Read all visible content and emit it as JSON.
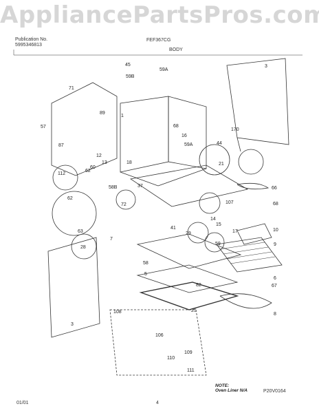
{
  "watermark": "AppliancePartsPros.com",
  "header": {
    "publication_label": "Publication No.",
    "publication_number": "5995346813",
    "model": "FEF367CG",
    "section": "BODY"
  },
  "callouts": [
    "45",
    "59A",
    "59B",
    "3",
    "71",
    "89",
    "1",
    "68",
    "16",
    "59A",
    "170",
    "44",
    "57",
    "87",
    "12",
    "13",
    "18",
    "60",
    "21",
    "112",
    "62",
    "58B",
    "37",
    "107",
    "66",
    "68",
    "72",
    "63",
    "62",
    "14",
    "15",
    "17",
    "10",
    "7",
    "41",
    "29",
    "59",
    "28",
    "9",
    "58",
    "5",
    "6",
    "82",
    "67",
    "8",
    "3",
    "25",
    "108",
    "106",
    "109",
    "110",
    "111"
  ],
  "footer": {
    "date": "01/01",
    "page": "4",
    "note_label": "NOTE:",
    "note_text": "Oven Liner N/A",
    "drawing_id": "P20V0164"
  }
}
